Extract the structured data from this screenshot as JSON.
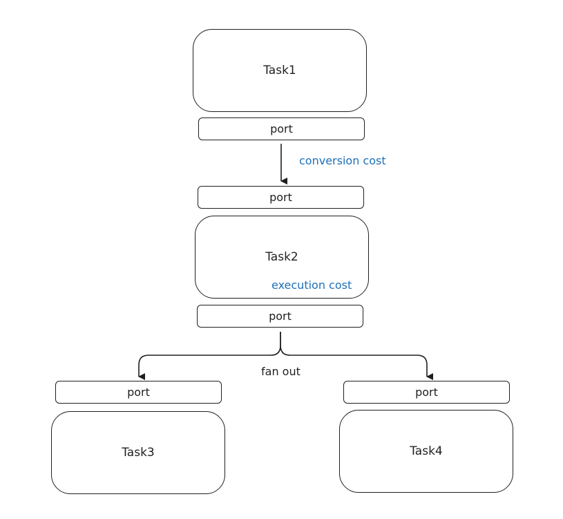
{
  "diagram": {
    "tasks": {
      "task1": "Task1",
      "task2": "Task2",
      "task3": "Task3",
      "task4": "Task4"
    },
    "ports": {
      "task1_out": "port",
      "task2_in": "port",
      "task2_out": "port",
      "task3_in": "port",
      "task4_in": "port"
    },
    "labels": {
      "conversion_cost": "conversion cost",
      "execution_cost": "execution cost",
      "fan_out": "fan out"
    },
    "colors": {
      "stroke": "#1e1e1e",
      "annotation": "#1d70b8"
    }
  }
}
